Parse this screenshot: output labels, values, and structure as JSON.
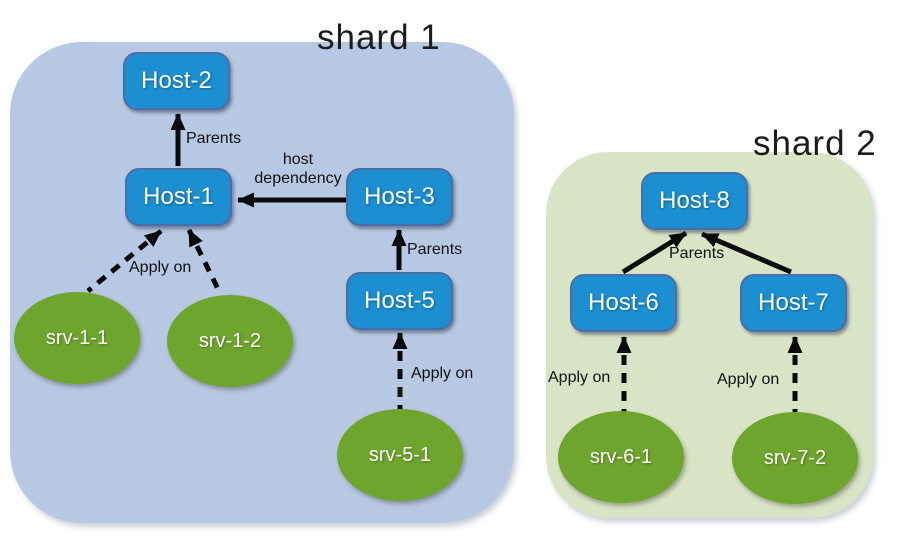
{
  "shards": {
    "shard1": {
      "title": "shard 1"
    },
    "shard2": {
      "title": "shard 2"
    }
  },
  "nodes": {
    "host1": {
      "label": "Host-1",
      "type": "host",
      "shard": "shard 1"
    },
    "host2": {
      "label": "Host-2",
      "type": "host",
      "shard": "shard 1"
    },
    "host3": {
      "label": "Host-3",
      "type": "host",
      "shard": "shard 1"
    },
    "host5": {
      "label": "Host-5",
      "type": "host",
      "shard": "shard 1"
    },
    "host6": {
      "label": "Host-6",
      "type": "host",
      "shard": "shard 2"
    },
    "host7": {
      "label": "Host-7",
      "type": "host",
      "shard": "shard 2"
    },
    "host8": {
      "label": "Host-8",
      "type": "host",
      "shard": "shard 2"
    },
    "srv11": {
      "label": "srv-1-1",
      "type": "service",
      "shard": "shard 1"
    },
    "srv12": {
      "label": "srv-1-2",
      "type": "service",
      "shard": "shard 1"
    },
    "srv51": {
      "label": "srv-5-1",
      "type": "service",
      "shard": "shard 1"
    },
    "srv61": {
      "label": "srv-6-1",
      "type": "service",
      "shard": "shard 2"
    },
    "srv72": {
      "label": "srv-7-2",
      "type": "service",
      "shard": "shard 2"
    }
  },
  "edges": [
    {
      "from": "Host-1",
      "to": "Host-2",
      "style": "solid",
      "label": "Parents"
    },
    {
      "from": "Host-3",
      "to": "Host-1",
      "style": "solid",
      "label": "host dependency"
    },
    {
      "from": "Host-5",
      "to": "Host-3",
      "style": "solid",
      "label": "Parents"
    },
    {
      "from": "srv-1-1",
      "to": "Host-1",
      "style": "dashed",
      "label": "Apply on"
    },
    {
      "from": "srv-1-2",
      "to": "Host-1",
      "style": "dashed",
      "label": "Apply on"
    },
    {
      "from": "srv-5-1",
      "to": "Host-5",
      "style": "dashed",
      "label": "Apply on"
    },
    {
      "from": "Host-6",
      "to": "Host-8",
      "style": "solid",
      "label": "Parents"
    },
    {
      "from": "Host-7",
      "to": "Host-8",
      "style": "solid",
      "label": "Parents"
    },
    {
      "from": "srv-6-1",
      "to": "Host-6",
      "style": "dashed",
      "label": "Apply on"
    },
    {
      "from": "srv-7-2",
      "to": "Host-7",
      "style": "dashed",
      "label": "Apply on"
    }
  ],
  "edge_labels": {
    "parents_h1_h2": "Parents",
    "host_dependency": "host dependency",
    "parents_h5_h3": "Parents",
    "apply_on_srv1x": "Apply on",
    "apply_on_srv51": "Apply on",
    "parents_h67_h8": "Parents",
    "apply_on_srv61": "Apply on",
    "apply_on_srv72": "Apply on"
  },
  "colors": {
    "host_fill": "#1b8fd1",
    "host_border": "#4b6ea6",
    "service_fill": "#6ea52d",
    "shard1_bg": "#b7c8e2",
    "shard2_bg": "#d9e4c6",
    "arrow": "#0a0a0a",
    "text_on_node": "#ffffff",
    "label_text": "#111111"
  }
}
